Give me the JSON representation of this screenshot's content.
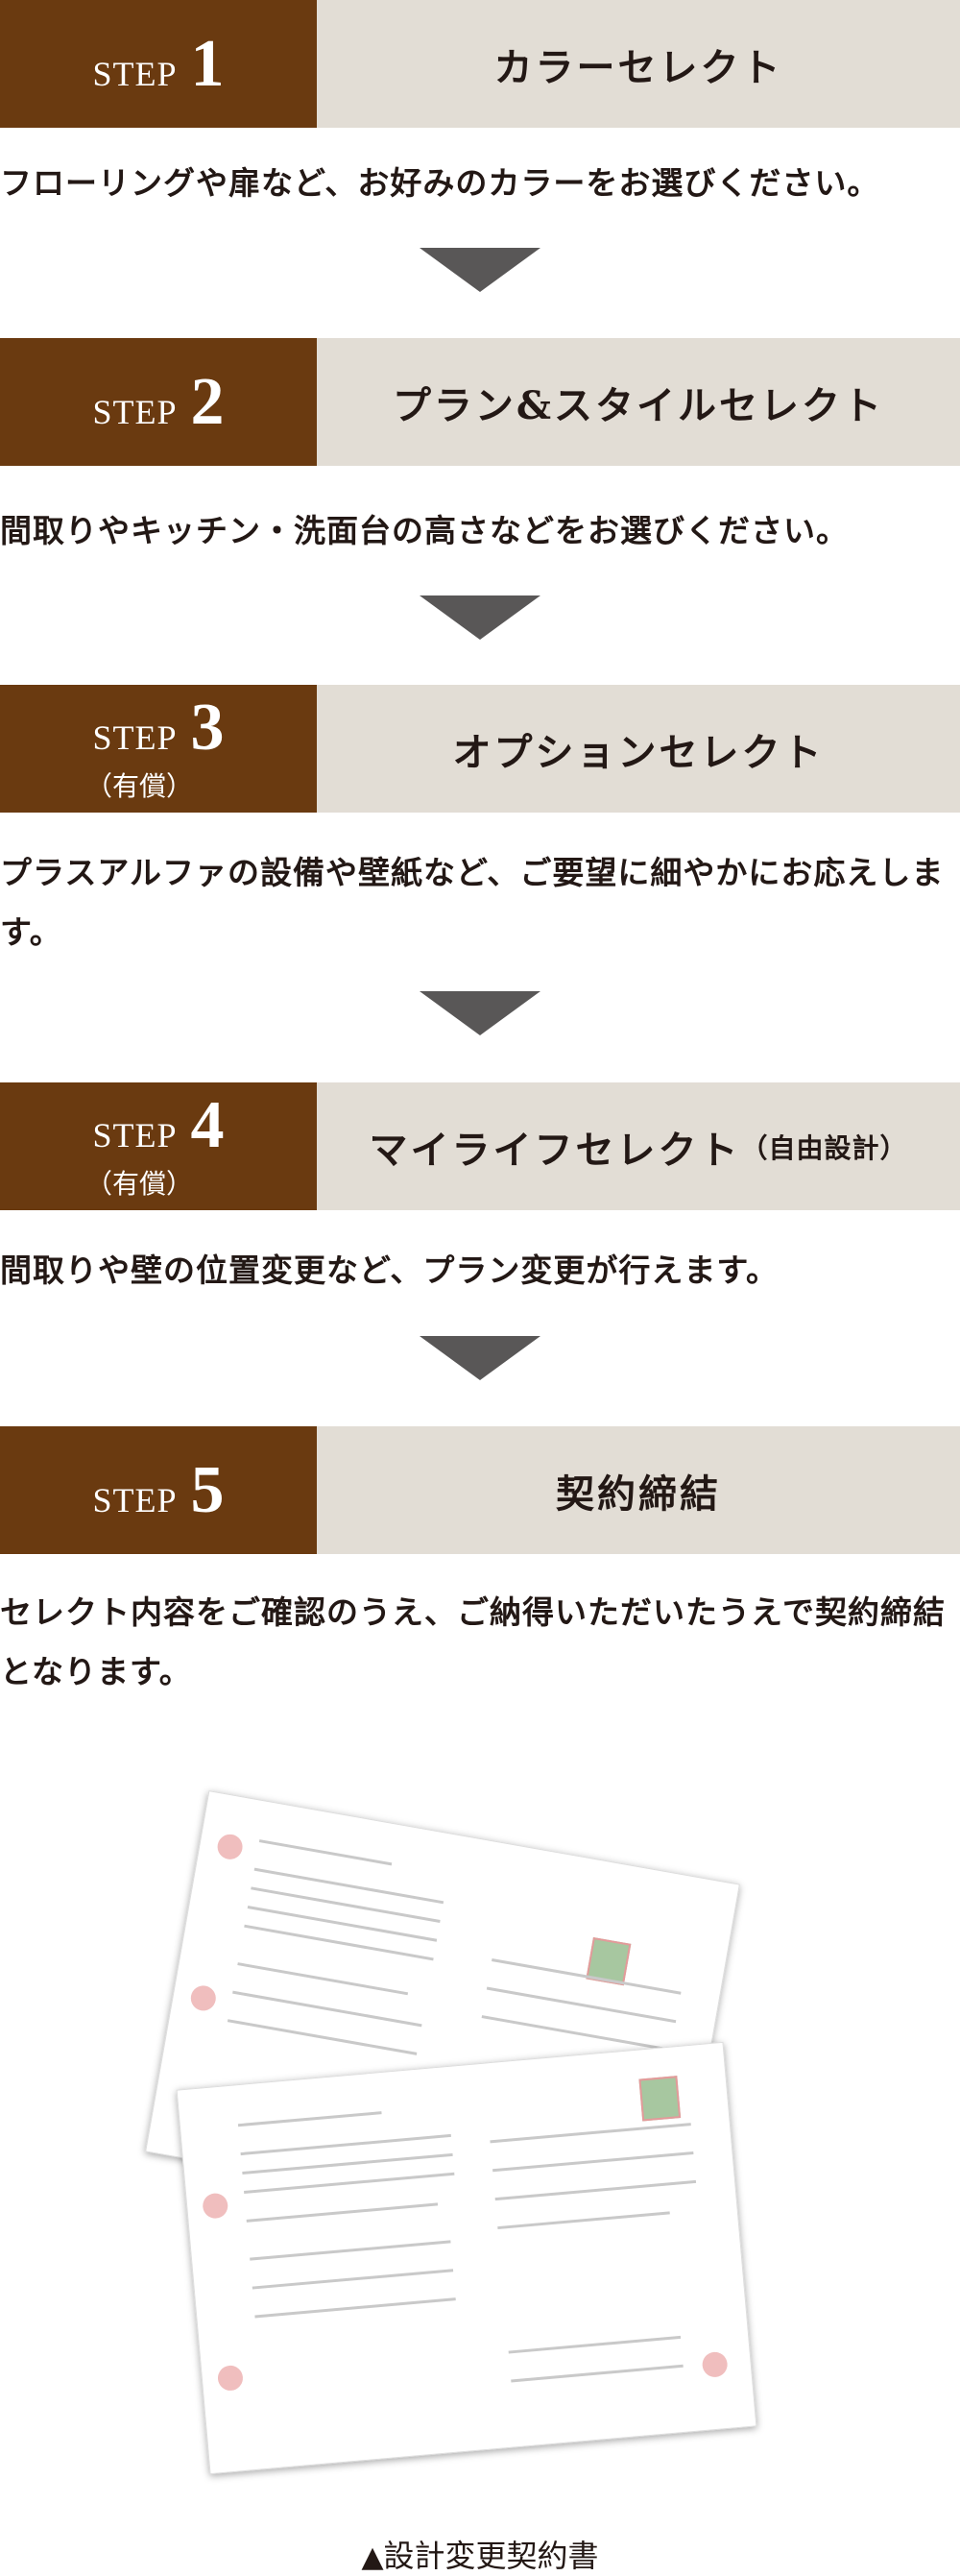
{
  "steps": [
    {
      "word": "STEP",
      "num": "1",
      "sub": "",
      "title": "カラーセレクト",
      "title_suffix": "",
      "desc": "フローリングや扉など、お好みのカラーをお選びください。"
    },
    {
      "word": "STEP",
      "num": "2",
      "sub": "",
      "title": "プラン&スタイルセレクト",
      "title_suffix": "",
      "desc": "間取りやキッチン・洗面台の高さなどをお選びください。"
    },
    {
      "word": "STEP",
      "num": "3",
      "sub": "（有償）",
      "title": "オプションセレクト",
      "title_suffix": "",
      "desc": "プラスアルファの設備や壁紙など、ご要望に細やかにお応えします。"
    },
    {
      "word": "STEP",
      "num": "4",
      "sub": "（有償）",
      "title": "マイライフセレクト",
      "title_suffix": "（自由設計）",
      "desc": "間取りや壁の位置変更など、プラン変更が行えます。"
    },
    {
      "word": "STEP",
      "num": "5",
      "sub": "",
      "title": "契約締結",
      "title_suffix": "",
      "desc": "セレクト内容をご確認のうえ、ご納得いただいたうえで契約締結となります。"
    }
  ],
  "caption": {
    "marker": "▲",
    "text": "設計変更契約書"
  },
  "colors": {
    "badge": "#6a3a10",
    "band": "#e2ddd5",
    "arrow": "#595757"
  }
}
